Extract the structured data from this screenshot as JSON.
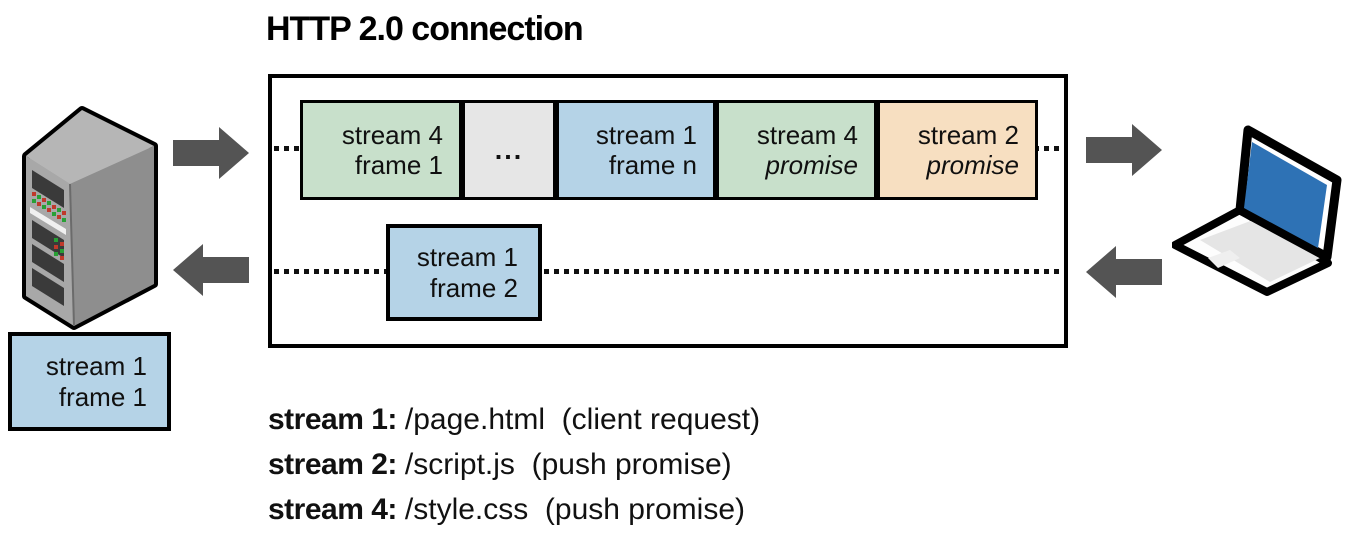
{
  "title": "HTTP 2.0 connection",
  "colors": {
    "frame_green": "#c8e0cb",
    "frame_blue": "#b5d3e7",
    "frame_tan": "#f7dfc1",
    "frame_gray": "#e6e6e6",
    "arrow_gray": "#545454",
    "outline_black": "#000000",
    "laptop_screen_blue": "#2e72b5"
  },
  "icons": {
    "server": "server-tower-icon",
    "client": "laptop-icon",
    "outbound": "arrow-right-icon",
    "inbound": "arrow-left-icon"
  },
  "connection": {
    "outbound_frames": [
      {
        "line1": "stream 4",
        "line2": "frame 1",
        "color": "green"
      },
      {
        "line1": "...",
        "line2": "",
        "color": "gray"
      },
      {
        "line1": "stream 1",
        "line2": "frame n",
        "color": "blue"
      },
      {
        "line1": "stream 4",
        "line2": "promise",
        "color": "green"
      },
      {
        "line1": "stream 2",
        "line2": "promise",
        "color": "tan"
      }
    ],
    "inbound_frame": {
      "line1": "stream 1",
      "line2": "frame 2",
      "color": "blue"
    }
  },
  "received_frame": {
    "line1": "stream 1",
    "line2": "frame 1",
    "color": "blue"
  },
  "legend": [
    {
      "label": "stream 1:",
      "value": "/page.html  (client request)"
    },
    {
      "label": "stream 2:",
      "value": "/script.js  (push promise)"
    },
    {
      "label": "stream 4:",
      "value": "/style.css  (push promise)"
    }
  ]
}
